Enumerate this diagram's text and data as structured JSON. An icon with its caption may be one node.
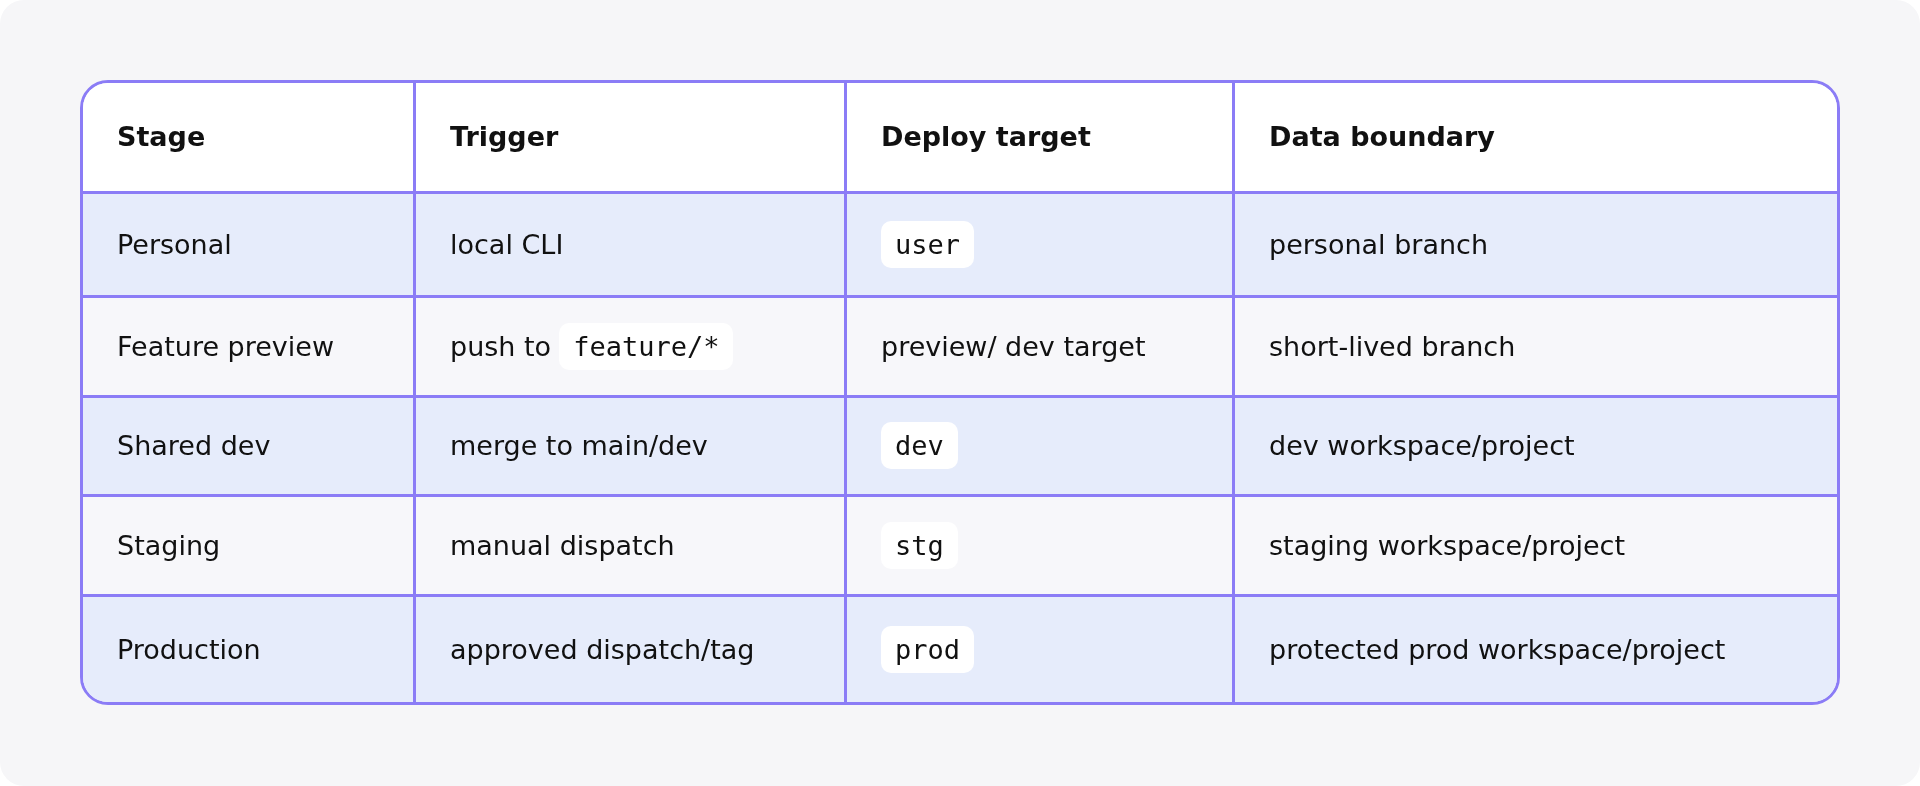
{
  "diagram": {
    "labels": [
      "Stage",
      "Trigger",
      "Deploy target",
      "Data boundary",
      "Personal",
      "local CLI",
      "user",
      "personal branch",
      "Feature preview",
      "push to",
      "feature/*",
      "preview/ dev target",
      "short-lived branch",
      "Shared dev",
      "merge to main/dev",
      "dev",
      "dev workspace/project",
      "Staging",
      "manual dispatch",
      "stg",
      "staging workspace/project",
      "Production",
      "approved dispatch/tag",
      "prod",
      "protected prod workspace/project"
    ]
  }
}
